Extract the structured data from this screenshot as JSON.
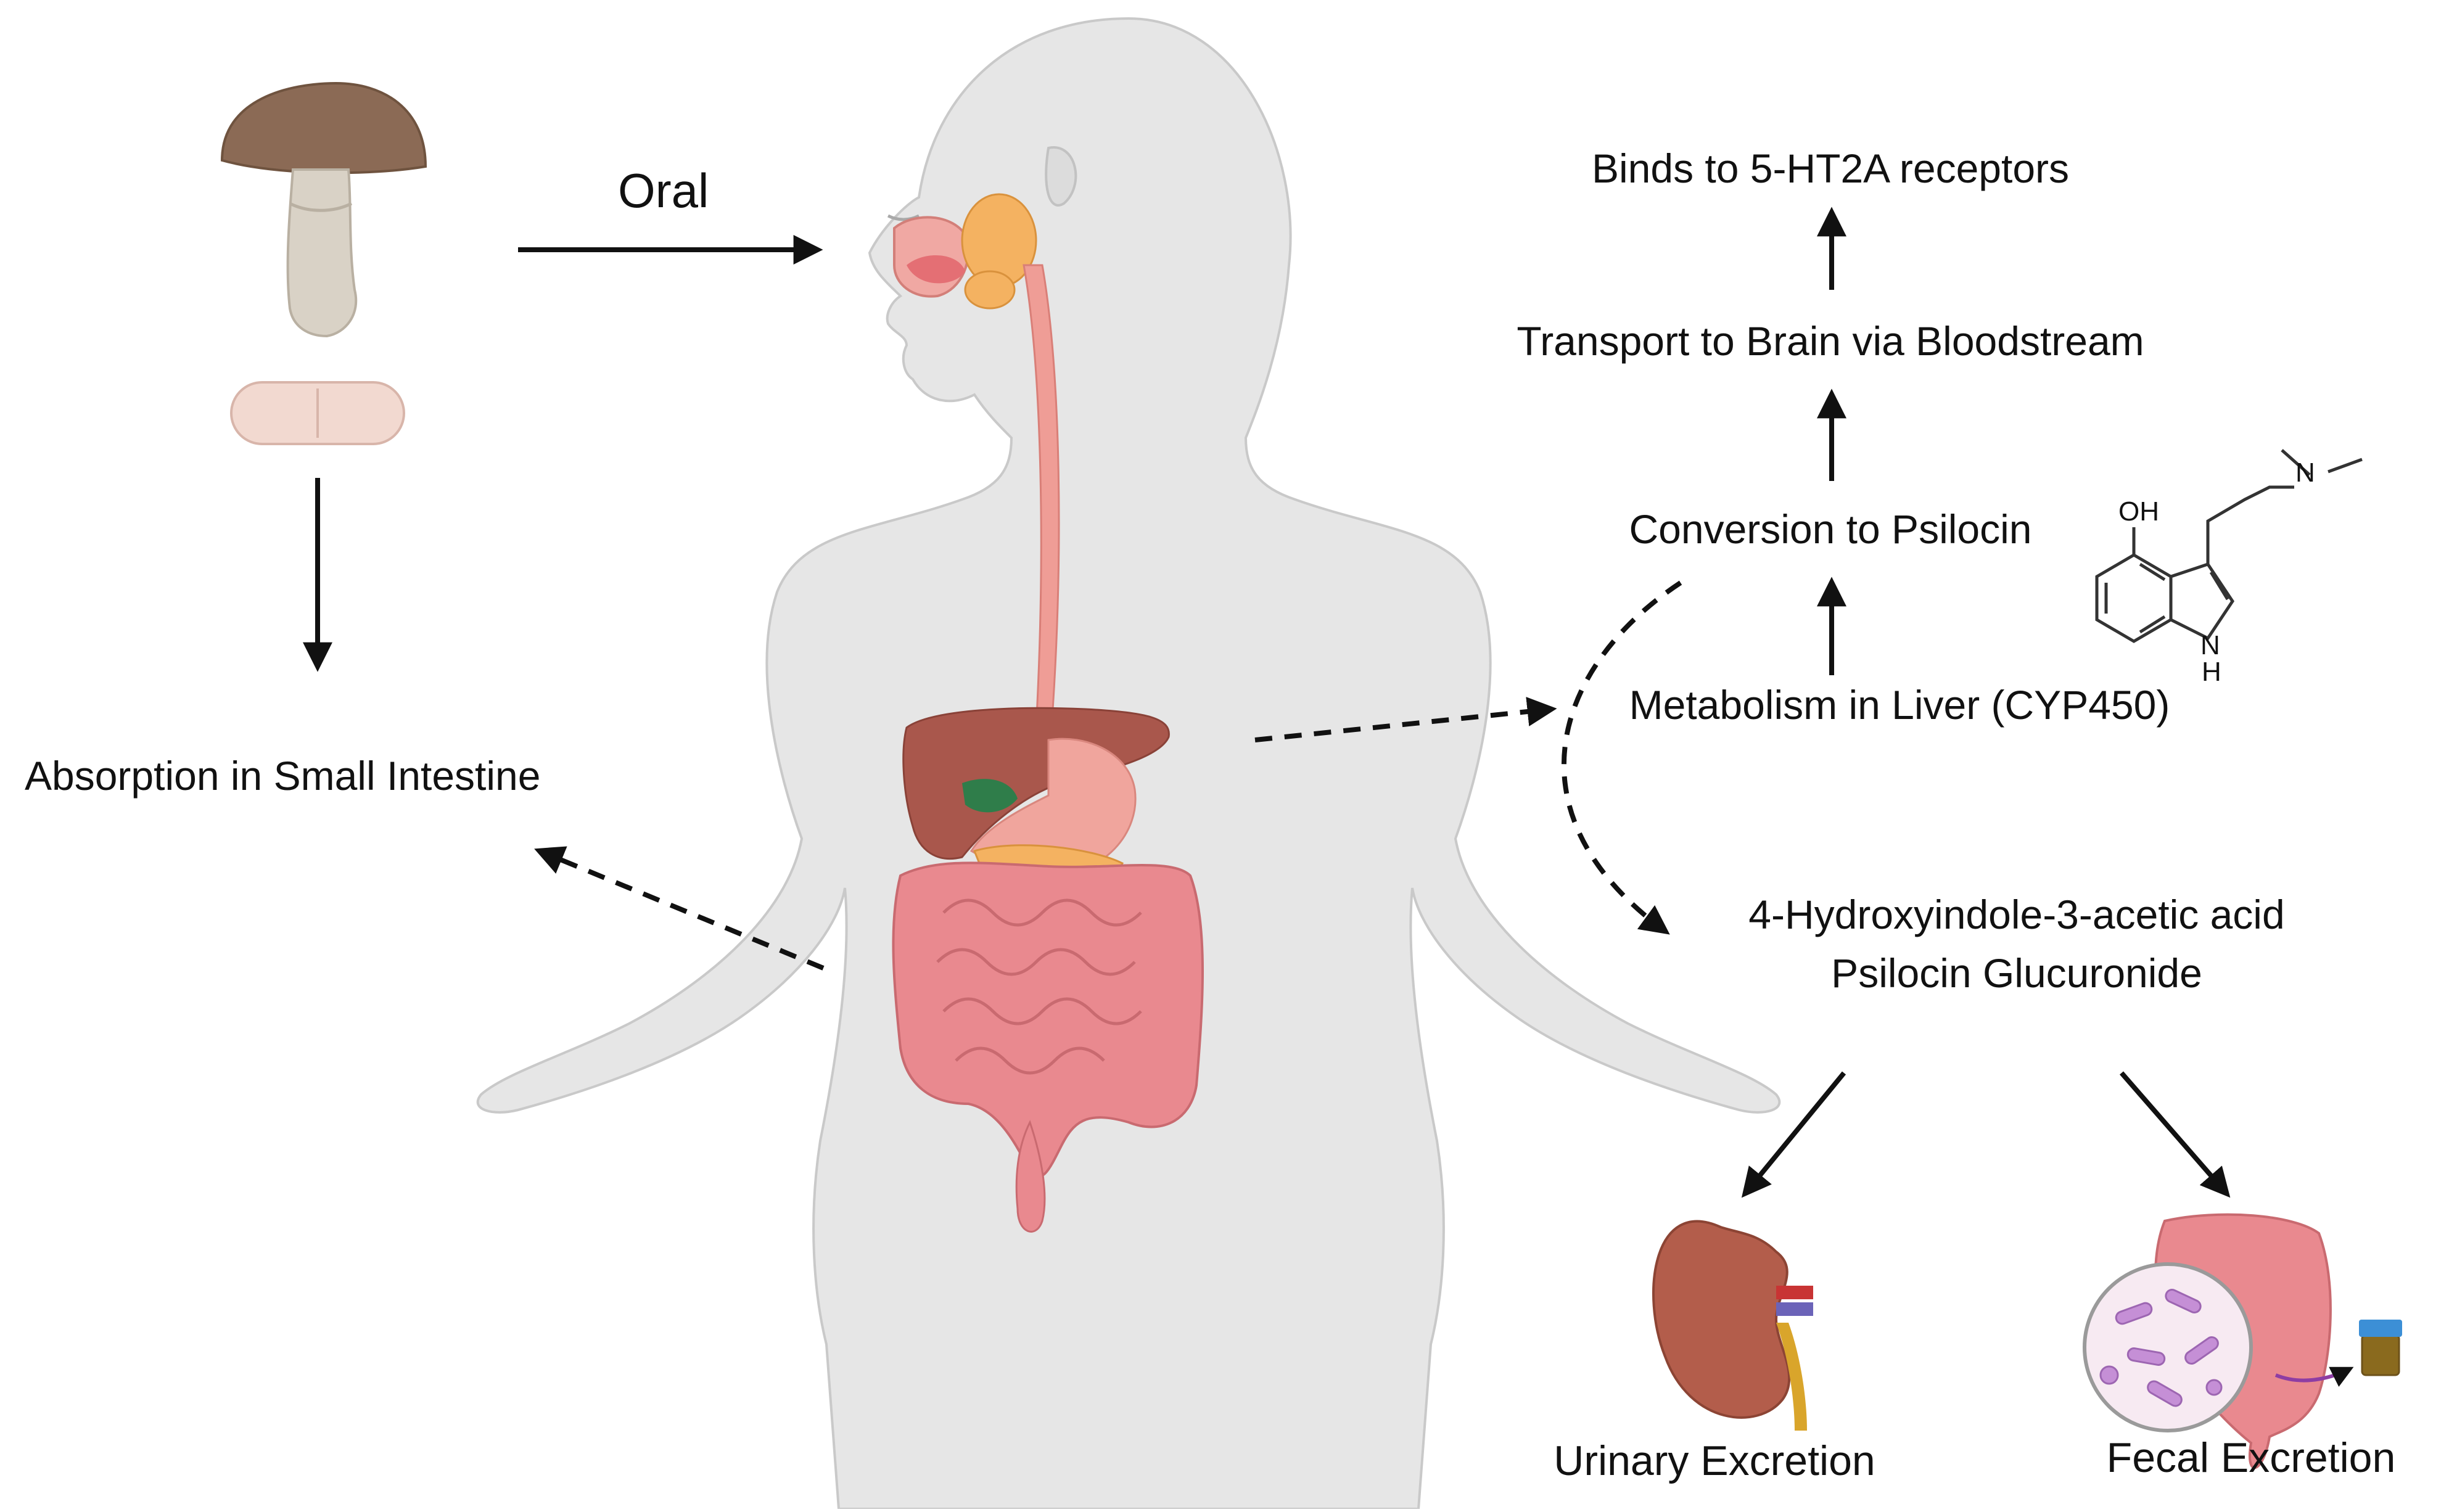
{
  "route_label": "Oral",
  "absorption_label": "Absorption in Small Intestine",
  "pathway": {
    "step_receptors": "Binds to 5-HT2A receptors",
    "step_transport": "Transport to Brain via Bloodstream",
    "step_conversion": "Conversion to Psilocin",
    "step_metabolism": "Metabolism in Liver (CYP450)"
  },
  "metabolites": {
    "line1": "4-Hydroxyindole-3-acetic acid",
    "line2": "Psilocin Glucuronide"
  },
  "excretion": {
    "urinary": "Urinary Excretion",
    "fecal": "Fecal Excretion"
  },
  "molecule": {
    "hydroxyl": "OH",
    "amine_n": "N",
    "ring_n": "N",
    "ring_h": "H"
  },
  "colors": {
    "body": "#e6e6e6",
    "body_outline": "#c9c9c9",
    "mushroom_cap": "#8b6a55",
    "mushroom_stem": "#d9d2c6",
    "tablet": "#f2d9d0",
    "esophagus": "#ef9d96",
    "liver": "#a9574c",
    "gallbladder": "#2f7d4a",
    "stomach": "#f0a59d",
    "pancreas": "#f4b261",
    "intestine": "#e9898f",
    "kidney": "#b35d4b",
    "ureter": "#d9a52b",
    "vessel_red": "#c83434",
    "vessel_blue": "#6b63b8",
    "bacteria": "#c58fd6",
    "sample_jar": "#8a6a1e",
    "sample_cap": "#3c8fd6",
    "arrow": "#111111"
  }
}
